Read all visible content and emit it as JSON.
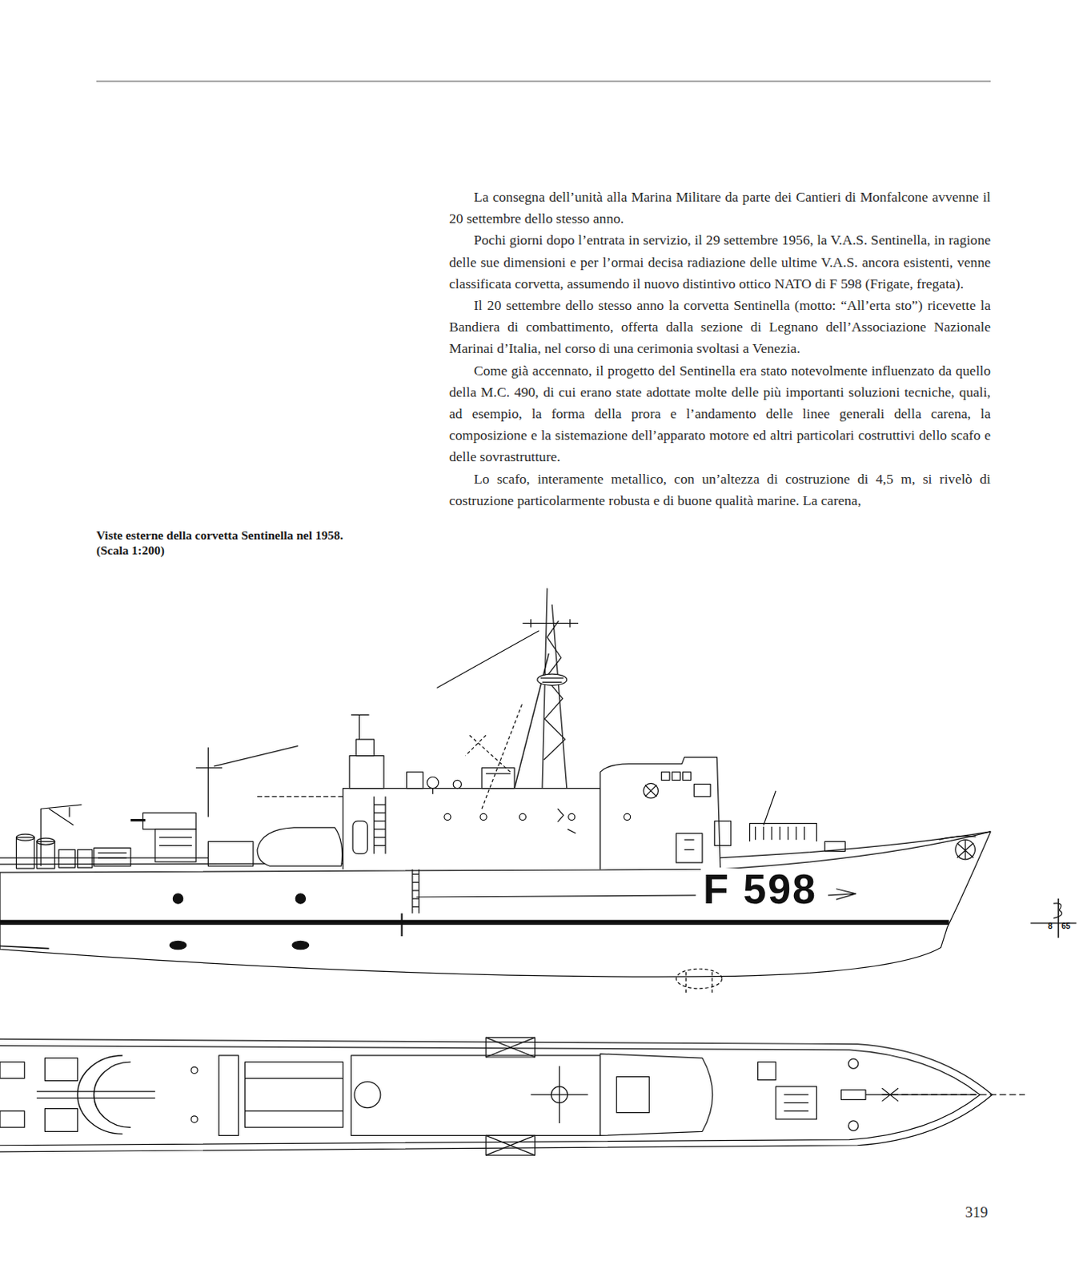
{
  "diagram": {
    "caption": "Viste esterne della corvetta Sentinella nel 1958. (Scala 1:200)",
    "labels": [
      "La consegna dell’unità alla Marina Militare da parte dei Cantieri di Monfalcone avvenne il 20 settembre dello stesso anno.",
      "Pochi giorni dopo l’entrata in servizio, il 29 settembre 1956, la V.A.S. Sentinella, in ragione delle sue dimensioni e per l’ormai decisa radiazione delle ultime V.A.S. ancora esistenti, venne classificata corvetta, assumendo il nuovo distintivo ottico NATO di F 598 (Frigate, fregata).",
      "Il 20 settembre dello stesso anno la corvetta Sentinella (motto: “All’erta sto”) ricevette la Bandiera di combattimento, offerta dalla sezione di Legnano dell’Associazione Nazionale Marinai d’Italia, nel corso di una cerimonia svoltasi a Venezia.",
      "Come già accennato, il progetto del Sentinella era stato notevolmente influenzato da quello della M.C. 490, di cui erano state adottate molte delle più importanti soluzioni tecniche, quali, ad esempio, la forma della prora e l’andamento delle linee generali della carena, la composizione e la sistemazione dell’apparato motore ed altri particolari costruttivi dello scafo e delle sovrastrutture.",
      "Lo scafo, interamente metallico, con un’altezza di costruzione di 4,5 m, si rivelò di costruzione particolarmente robusta e di buone qualità marine. La carena,",
      "F 598",
      "8",
      "65",
      "319"
    ]
  }
}
